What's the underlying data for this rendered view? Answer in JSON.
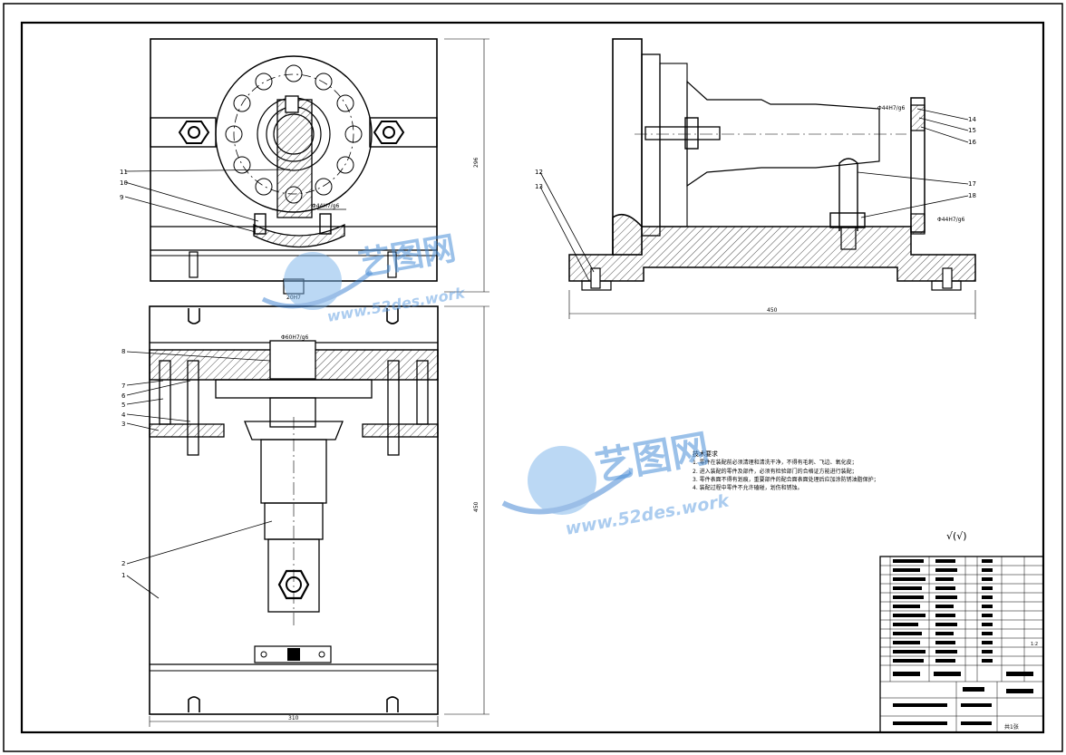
{
  "watermark": {
    "brand": "艺图网",
    "url": "www.52des.work"
  },
  "front_view": {
    "callouts": [
      "11",
      "10",
      "9"
    ],
    "dimension_height": "296",
    "fit_label": "Φ44H7/g6",
    "small_label": "20H7"
  },
  "top_view": {
    "callouts": [
      "8",
      "7",
      "6",
      "5",
      "4",
      "3",
      "2",
      "1"
    ],
    "dimension_width": "310",
    "dimension_height": "450",
    "fit_label": "Φ60H7/g6"
  },
  "side_view": {
    "callouts_left": [
      "12",
      "13"
    ],
    "callouts_right": [
      "14",
      "15",
      "16",
      "17",
      "18"
    ],
    "fit_label_top": "Φ44H7/g6",
    "fit_label_bottom": "Φ44H7/g6",
    "dimension_width": "450"
  },
  "technical_requirements": {
    "title": "技术要求",
    "lines": [
      "1. 零件在装配前必须清理和清洗干净，不得有毛刺、飞边、氧化皮；",
      "2. 进入装配的零件及部件，必须有检验部门的合格证方能进行装配；",
      "3. 零件表面不得有划痕，重要部件的配合面表面处理后应加涂防锈油脂保护；",
      "4. 装配过程中零件不允许磕碰，划伤和锈蚀。"
    ]
  },
  "roughness_symbol": "√(√)",
  "title_block": {
    "scale": "1:2",
    "sheet": "共1张"
  }
}
